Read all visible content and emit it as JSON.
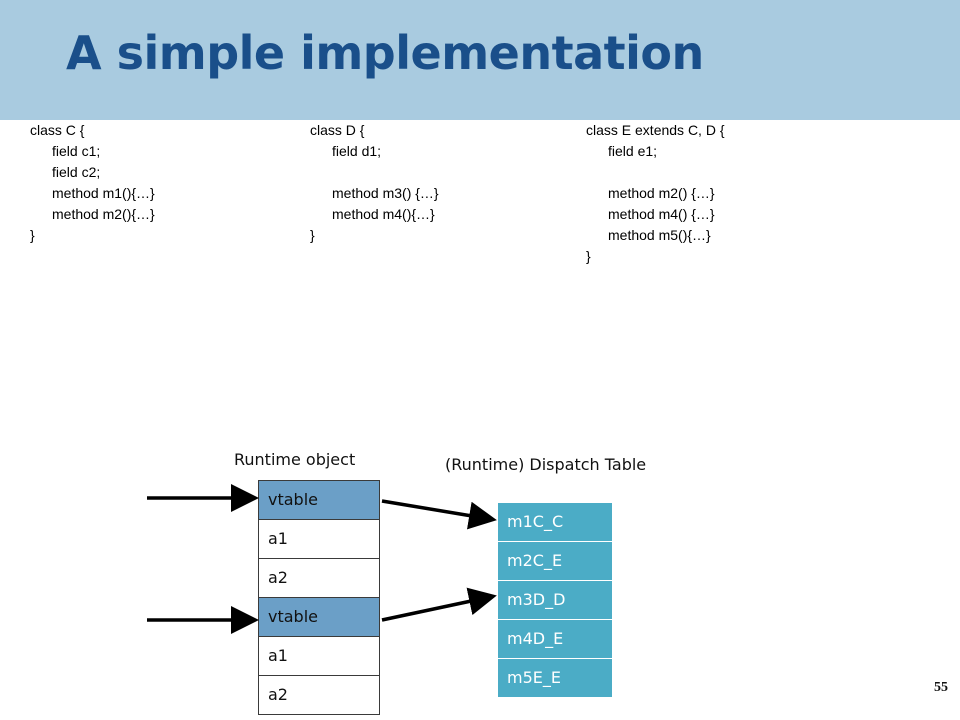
{
  "title": "A simple implementation",
  "classes": [
    {
      "header": "class C {",
      "lines": [
        "field c1;",
        "field c2;",
        "method m1(){…}",
        "method m2(){…}"
      ],
      "close": "}"
    },
    {
      "header": "class D {",
      "lines": [
        "field d1;",
        "",
        "method m3() {…}",
        "method m4(){…}"
      ],
      "close": "}"
    },
    {
      "header": "class E extends C, D {",
      "lines": [
        "field e1;",
        "",
        "method m2() {…}",
        "method m4() {…}",
        "method m5(){…}"
      ],
      "close": "}"
    }
  ],
  "runtime_object": {
    "label": "Runtime object",
    "cells": [
      "vtable",
      "a1",
      "a2",
      "vtable",
      "a1",
      "a2"
    ]
  },
  "dispatch_table": {
    "label": "(Runtime) Dispatch Table",
    "cells": [
      "m1C_C",
      "m2C_E",
      "m3D_D",
      "m4D_E",
      "m5E_E"
    ]
  },
  "page_number": "55",
  "colors": {
    "title_band": "#a9cbe0",
    "title_text": "#1a4f8a",
    "vtable_cell": "#6b9fc7",
    "dispatch_cell": "#4bacc6"
  }
}
